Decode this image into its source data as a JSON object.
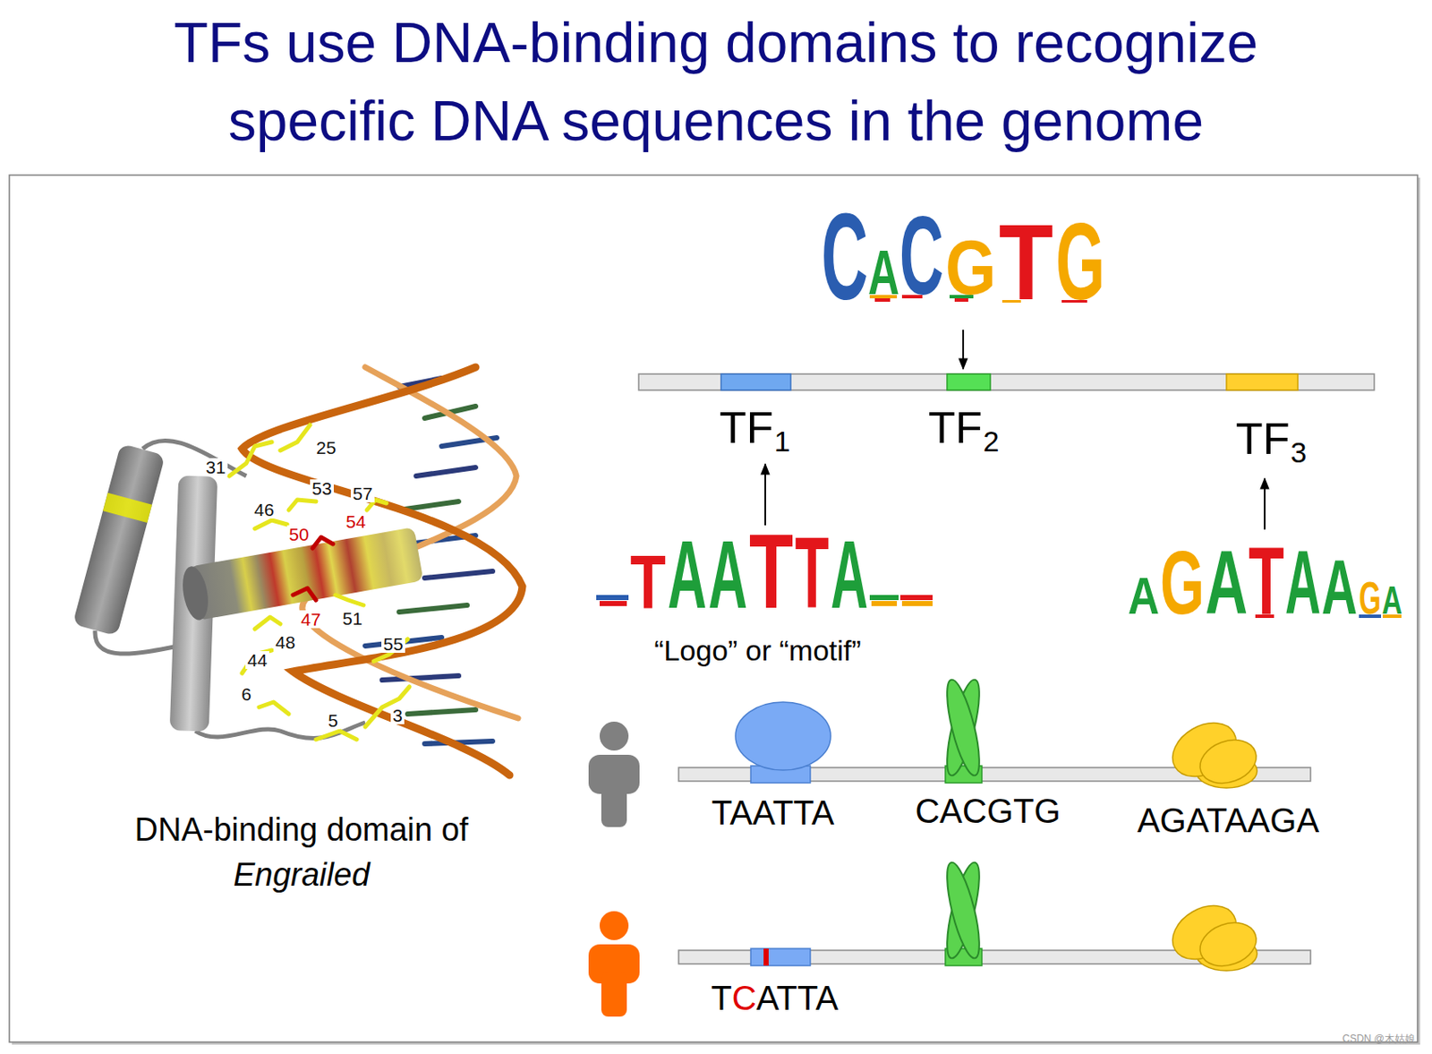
{
  "diagram": {
    "title": "TFs use DNA-binding domains to recognize specific DNA sequences in the genome",
    "labels": [
      "31",
      "25",
      "53",
      "57",
      "46",
      "50",
      "54",
      "47",
      "51",
      "48",
      "55",
      "44",
      "6",
      "5",
      "3",
      "DNA-binding domain of",
      "Engrailed",
      "C",
      "A",
      "C",
      "G",
      "T",
      "G",
      "TF",
      "1",
      "TF",
      "2",
      "TF",
      "3",
      "T",
      "A",
      "A",
      "T",
      "T",
      "A",
      "“Logo” or “motif”",
      "A",
      "G",
      "A",
      "T",
      "A",
      "A",
      "G",
      "A",
      "TAATTA",
      "CACGTG",
      "AGATAAGA",
      "T",
      "C",
      "ATTA",
      "CSDN @木姑娘"
    ]
  }
}
